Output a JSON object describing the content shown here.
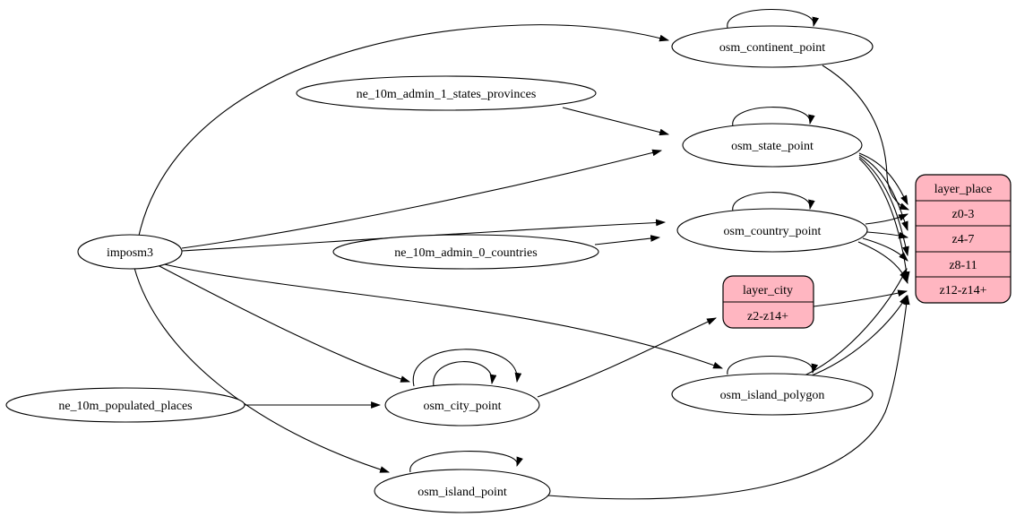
{
  "diagram": {
    "kind": "graphviz-etl-graph",
    "background_color": "#ffffff",
    "table_node_fill": "#ffffff",
    "layer_node_fill": "#ffb6c1",
    "stroke_color": "#000000"
  },
  "nodes": [
    {
      "id": "imposm3",
      "label": "imposm3"
    },
    {
      "id": "ne_10m_admin_1_states_provinces",
      "label": "ne_10m_admin_1_states_provinces"
    },
    {
      "id": "ne_10m_admin_0_countries",
      "label": "ne_10m_admin_0_countries"
    },
    {
      "id": "ne_10m_populated_places",
      "label": "ne_10m_populated_places"
    },
    {
      "id": "osm_continent_point",
      "label": "osm_continent_point"
    },
    {
      "id": "osm_state_point",
      "label": "osm_state_point"
    },
    {
      "id": "osm_country_point",
      "label": "osm_country_point"
    },
    {
      "id": "osm_city_point",
      "label": "osm_city_point"
    },
    {
      "id": "osm_island_polygon",
      "label": "osm_island_polygon"
    },
    {
      "id": "osm_island_point",
      "label": "osm_island_point"
    }
  ],
  "records": [
    {
      "id": "layer_place",
      "header": "layer_place",
      "rows": [
        "z0-3",
        "z4-7",
        "z8-11",
        "z12-z14+"
      ]
    },
    {
      "id": "layer_city",
      "header": "layer_city",
      "rows": [
        "z2-z14+"
      ]
    }
  ],
  "edges": [
    {
      "from": "imposm3",
      "to": "osm_continent_point"
    },
    {
      "from": "imposm3",
      "to": "osm_state_point"
    },
    {
      "from": "imposm3",
      "to": "osm_country_point"
    },
    {
      "from": "imposm3",
      "to": "osm_city_point"
    },
    {
      "from": "imposm3",
      "to": "osm_island_polygon"
    },
    {
      "from": "imposm3",
      "to": "osm_island_point"
    },
    {
      "from": "ne_10m_admin_1_states_provinces",
      "to": "osm_state_point"
    },
    {
      "from": "ne_10m_admin_0_countries",
      "to": "osm_country_point"
    },
    {
      "from": "ne_10m_populated_places",
      "to": "osm_city_point"
    },
    {
      "from": "osm_continent_point",
      "to": "osm_continent_point",
      "loop": true
    },
    {
      "from": "osm_state_point",
      "to": "osm_state_point",
      "loop": true
    },
    {
      "from": "osm_country_point",
      "to": "osm_country_point",
      "loop": true
    },
    {
      "from": "osm_city_point",
      "to": "osm_city_point",
      "loop": "outer"
    },
    {
      "from": "osm_city_point",
      "to": "osm_city_point",
      "loop": "inner"
    },
    {
      "from": "osm_island_polygon",
      "to": "osm_island_polygon",
      "loop": true
    },
    {
      "from": "osm_island_point",
      "to": "osm_island_point",
      "loop": true
    },
    {
      "from": "osm_continent_point",
      "to": "layer_place",
      "port": "z0-3"
    },
    {
      "from": "osm_state_point",
      "to": "layer_place",
      "port": "z0-3"
    },
    {
      "from": "osm_state_point",
      "to": "layer_place",
      "port": "z4-7"
    },
    {
      "from": "osm_state_point",
      "to": "layer_place",
      "port": "z8-11"
    },
    {
      "from": "osm_state_point",
      "to": "layer_place",
      "port": "z12-z14+"
    },
    {
      "from": "osm_country_point",
      "to": "layer_place",
      "port": "z0-3"
    },
    {
      "from": "osm_country_point",
      "to": "layer_place",
      "port": "z4-7"
    },
    {
      "from": "osm_country_point",
      "to": "layer_place",
      "port": "z8-11"
    },
    {
      "from": "osm_country_point",
      "to": "layer_place",
      "port": "z12-z14+"
    },
    {
      "from": "osm_city_point",
      "to": "layer_city",
      "port": "z2-z14+"
    },
    {
      "from": "osm_island_polygon",
      "to": "layer_place",
      "port": "z8-11"
    },
    {
      "from": "osm_island_polygon",
      "to": "layer_place",
      "port": "z12-z14+"
    },
    {
      "from": "osm_island_point",
      "to": "layer_place",
      "port": "z12-z14+"
    },
    {
      "from": "layer_city",
      "to": "layer_place",
      "port": "z12-z14+"
    }
  ]
}
